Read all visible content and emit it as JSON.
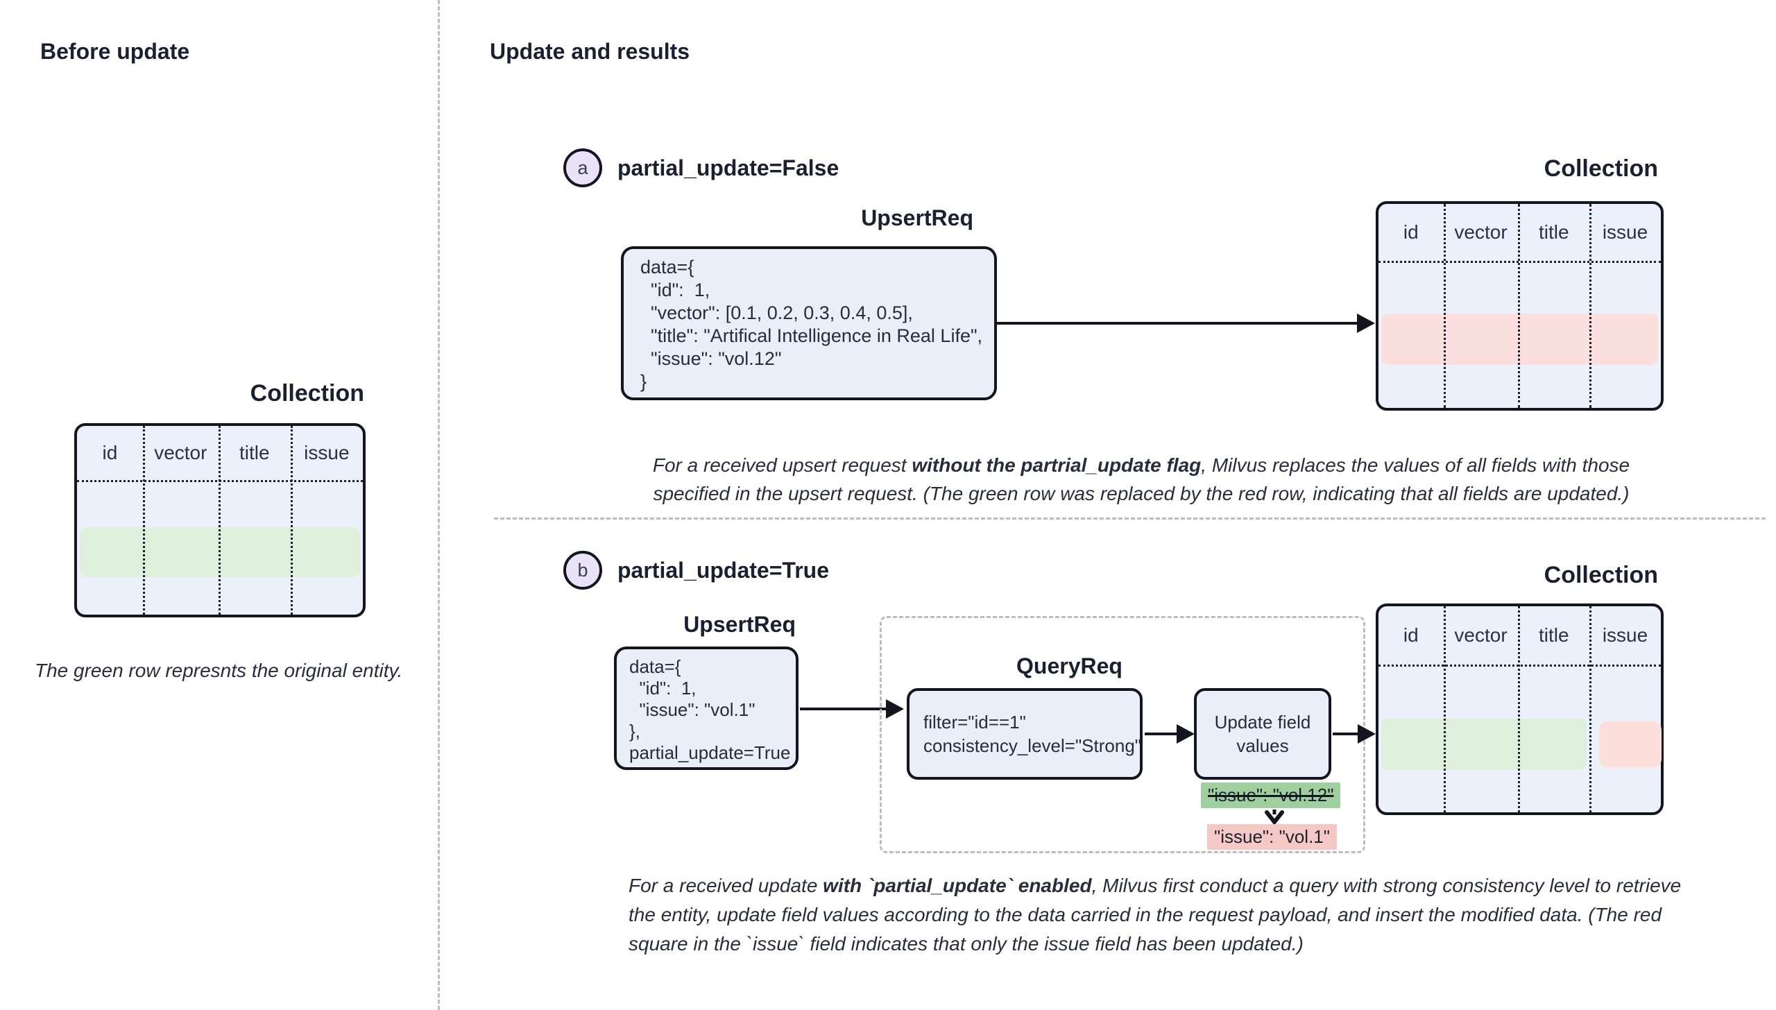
{
  "left_panel": {
    "title": "Before update",
    "collection": {
      "label": "Collection",
      "columns": [
        "id",
        "vector",
        "title",
        "issue"
      ]
    },
    "caption": "The green row represnts the original entity."
  },
  "right_panel": {
    "title": "Update and results",
    "section_a": {
      "badge": "a",
      "heading": "partial_update=False",
      "upsert_label": "UpsertReq",
      "upsert_code": "data={\n  \"id\":  1,\n  \"vector\": [0.1, 0.2, 0.3, 0.4, 0.5],\n  \"title\": \"Artifical Intelligence in Real Life\",\n  \"issue\": \"vol.12\"\n}",
      "collection": {
        "label": "Collection",
        "columns": [
          "id",
          "vector",
          "title",
          "issue"
        ]
      },
      "caption_lines": [
        [
          {
            "t": "For a received upsert request "
          },
          {
            "t": "without the partrial_update flag",
            "b": 1
          },
          {
            "t": ", Milvus replaces the values of all fields with those"
          }
        ],
        [
          {
            "t": "specified in the upsert request. (The green row was replaced by the red row, indicating that all fields are updated.)"
          }
        ]
      ]
    },
    "section_b": {
      "badge": "b",
      "heading": "partial_update=True",
      "upsert_label": "UpsertReq",
      "upsert_code": "data={\n  \"id\":  1,\n  \"issue\": \"vol.1\"\n},\npartial_update=True",
      "query": {
        "label": "QueryReq",
        "filter_code": "filter=\"id==1\"\nconsistency_level=\"Strong\"",
        "update_box_lines": "Update field\nvalues",
        "old_value": "\"issue\": \"vol.12\"",
        "new_value": "\"issue\": \"vol.1\""
      },
      "collection": {
        "label": "Collection",
        "columns": [
          "id",
          "vector",
          "title",
          "issue"
        ]
      },
      "caption_lines": [
        [
          {
            "t": "For a received update "
          },
          {
            "t": "with `partial_update` enabled",
            "b": 1
          },
          {
            "t": ", Milvus first conduct a query with strong consistency level to retrieve"
          }
        ],
        [
          {
            "t": " the entity, update field values according to the data carried in the request payload, and insert the modified data. (The red"
          }
        ],
        [
          {
            "t": "square in the `issue` field indicates that only the issue field has been updated.)"
          }
        ]
      ]
    }
  },
  "colors": {
    "ink": "#14161f",
    "box_fill": "#e9eef9",
    "table_fill": "#ebf0fa",
    "green_row": "#def0dc",
    "red_row": "#fbdfdf",
    "red_cell": "#fcdedb",
    "green_tag": "#9fcf9f",
    "pink_tag": "#f4c8c4",
    "badge_fill": "#e9e2f8"
  }
}
